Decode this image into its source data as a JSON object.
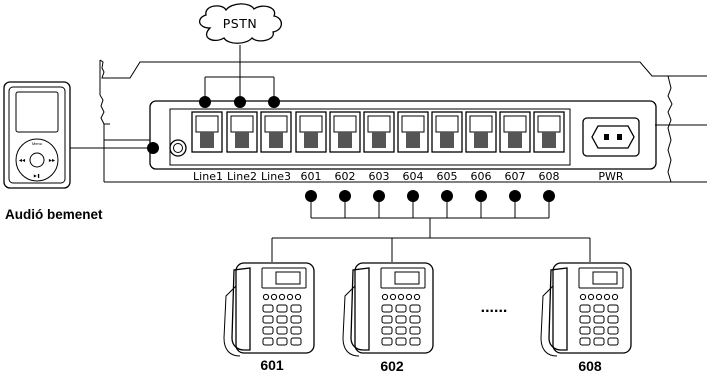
{
  "cloud": {
    "label": "PSTN"
  },
  "device": {
    "line_ports": [
      "Line1",
      "Line2",
      "Line3"
    ],
    "ext_ports": [
      "601",
      "602",
      "603",
      "604",
      "605",
      "606",
      "607",
      "608"
    ],
    "power_label": "PWR"
  },
  "audio": {
    "label": "Audió bemenet",
    "player_menu": "Menu"
  },
  "phones": [
    {
      "label": "601"
    },
    {
      "label": "602"
    },
    {
      "label": "608"
    }
  ],
  "ellipsis": "......"
}
